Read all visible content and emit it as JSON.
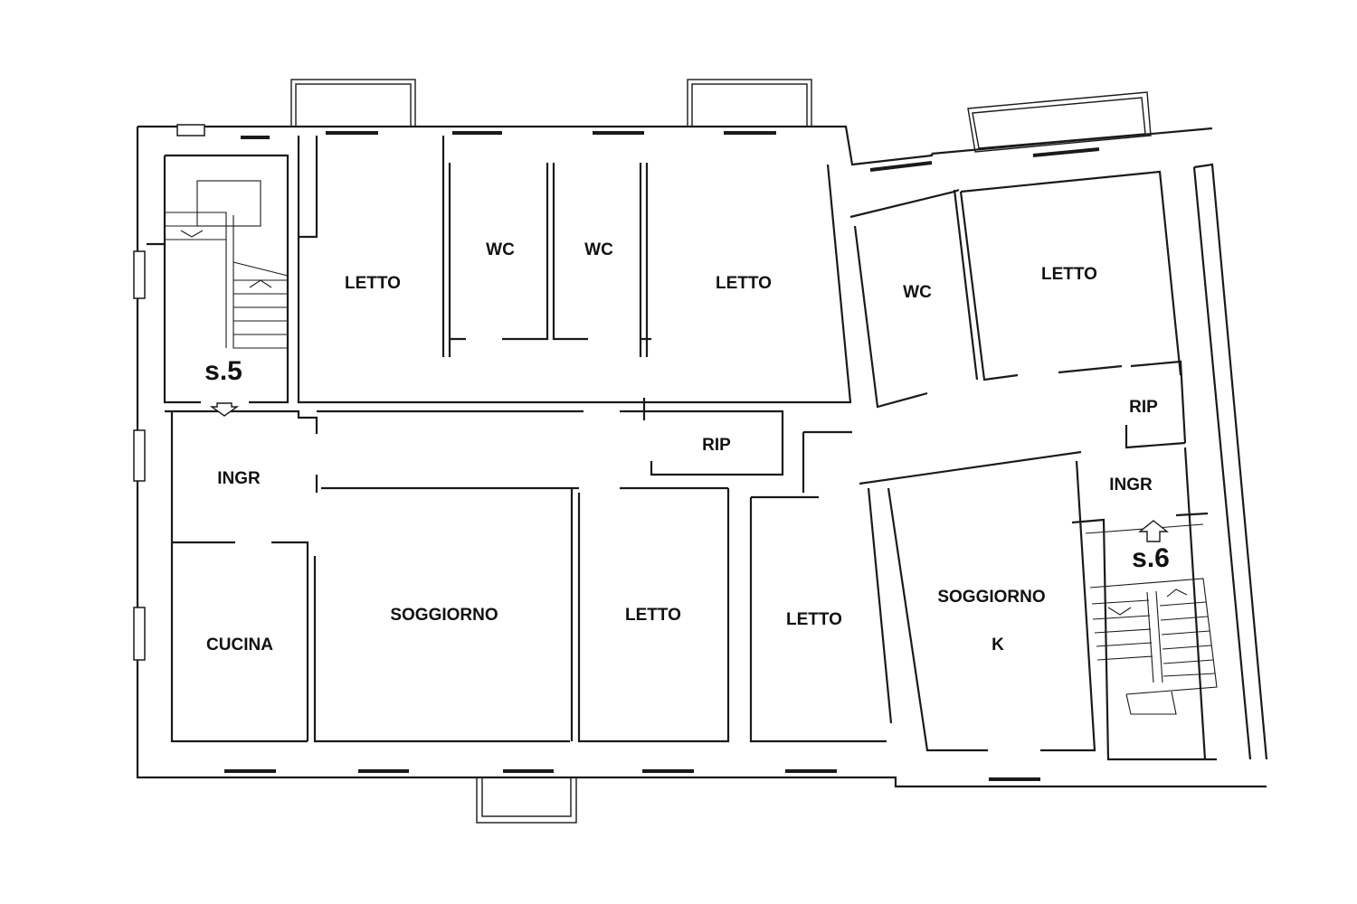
{
  "floorplan": {
    "rooms": [
      {
        "id": "letto-1",
        "label": "LETTO"
      },
      {
        "id": "wc-1",
        "label": "WC"
      },
      {
        "id": "wc-2",
        "label": "WC"
      },
      {
        "id": "letto-2",
        "label": "LETTO"
      },
      {
        "id": "ingr-1",
        "label": "INGR"
      },
      {
        "id": "rip-1",
        "label": "RIP"
      },
      {
        "id": "cucina",
        "label": "CUCINA"
      },
      {
        "id": "soggiorno-1",
        "label": "SOGGIORNO"
      },
      {
        "id": "letto-3",
        "label": "LETTO"
      },
      {
        "id": "letto-4",
        "label": "LETTO"
      },
      {
        "id": "wc-3",
        "label": "WC"
      },
      {
        "id": "letto-5",
        "label": "LETTO"
      },
      {
        "id": "rip-2",
        "label": "RIP"
      },
      {
        "id": "ingr-2",
        "label": "INGR"
      },
      {
        "id": "soggiorno-2",
        "label": "SOGGIORNO"
      },
      {
        "id": "k",
        "label": "K"
      }
    ],
    "stairs": [
      {
        "id": "stair-5",
        "label": "s.5"
      },
      {
        "id": "stair-6",
        "label": "s.6"
      }
    ]
  }
}
